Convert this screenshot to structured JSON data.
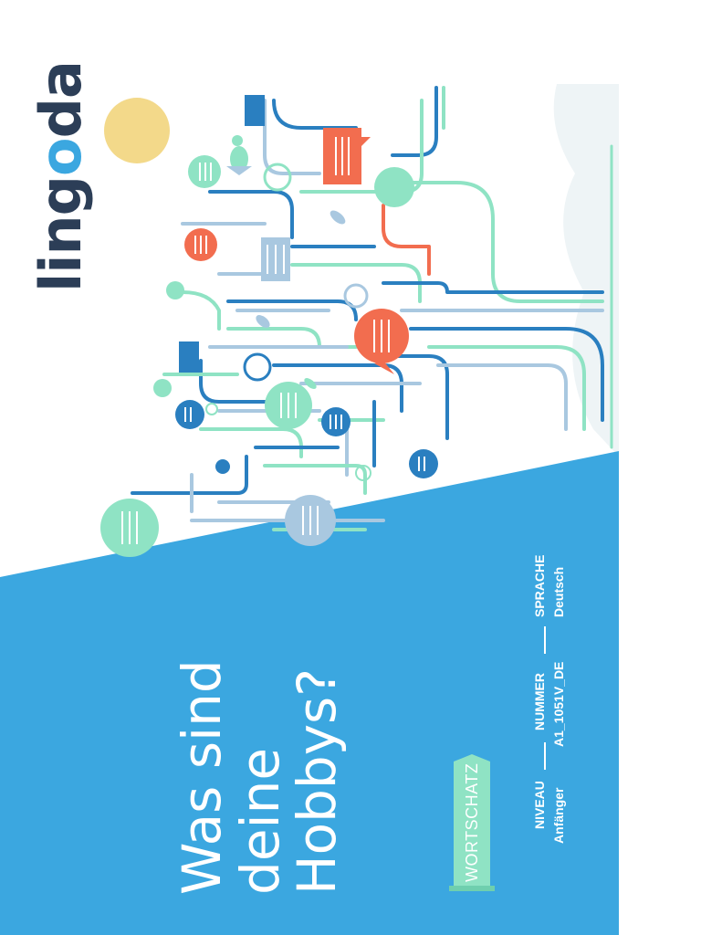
{
  "logo": {
    "pre": "ling",
    "o": "o",
    "post": "da"
  },
  "title": {
    "line1": "Was sind",
    "line2": "deine",
    "line3": "Hobbys?"
  },
  "tag": {
    "label": "WORTSCHATZ"
  },
  "meta": {
    "niveau_label": "NIVEAU",
    "niveau_value": "Anfänger",
    "nummer_label": "NUMMER",
    "nummer_value": "A1_1051V_DE",
    "sprache_label": "SPRACHE",
    "sprache_value": "Deutsch"
  },
  "colors": {
    "blue": "#3ba7e0",
    "dark_blue": "#2a7fc0",
    "mint": "#8fe3c4",
    "light_blue": "#a9c8e0",
    "orange": "#f26d4f",
    "sun": "#f3d98a",
    "navy": "#2c3e57"
  }
}
